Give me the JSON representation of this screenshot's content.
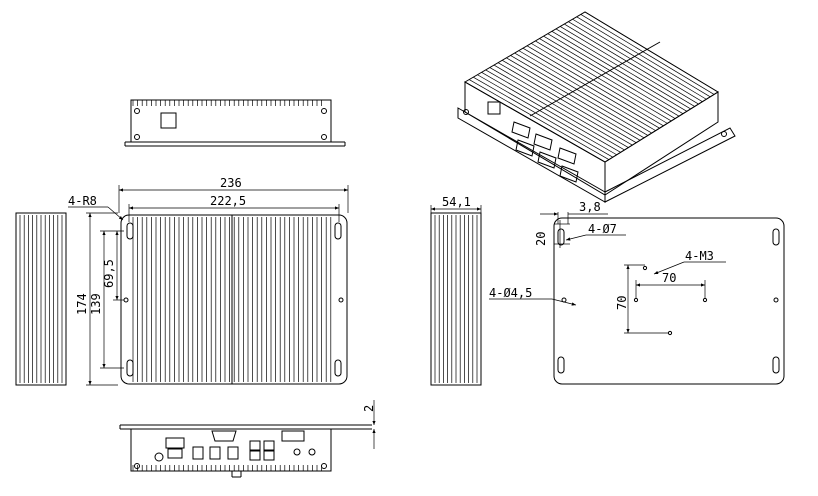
{
  "dimensions": {
    "overall_width": "236",
    "hole_spacing_width": "222,5",
    "overall_depth": "174",
    "hole_spacing_depth": "139",
    "half_depth": "69,5",
    "corner_radius": "4-R8",
    "height": "54,1",
    "flange_offset": "3,8",
    "hole_top_offset": "20",
    "slot_diameter": "4-Ø7",
    "hole_diameter": "4-Ø4,5",
    "vesa_thread": "4-M3",
    "vesa_horizontal": "70",
    "vesa_vertical": "70",
    "flange_thickness": "2"
  }
}
